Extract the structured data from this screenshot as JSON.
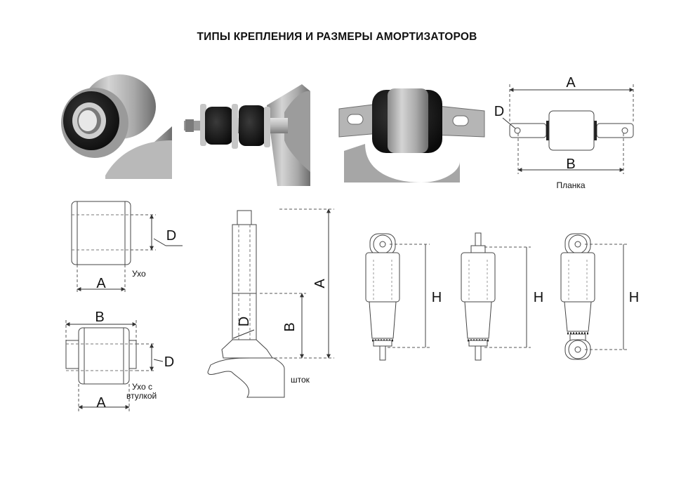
{
  "title": "ТИПЫ КРЕПЛЕНИЯ  И РАЗМЕРЫ АМОРТИЗАТОРОВ",
  "plate": {
    "a": "A",
    "b": "B",
    "d": "D",
    "caption": "Планка"
  },
  "eye": {
    "d": "D",
    "a": "A",
    "caption": "Ухо"
  },
  "eye_bush": {
    "b": "B",
    "d": "D",
    "a": "A",
    "caption_line1": "Ухо с",
    "caption_line2": "втулкой"
  },
  "rod": {
    "a": "A",
    "b": "B",
    "d": "D",
    "caption": "шток"
  },
  "shocks": {
    "h1": "H",
    "h2": "H",
    "h3": "H"
  }
}
